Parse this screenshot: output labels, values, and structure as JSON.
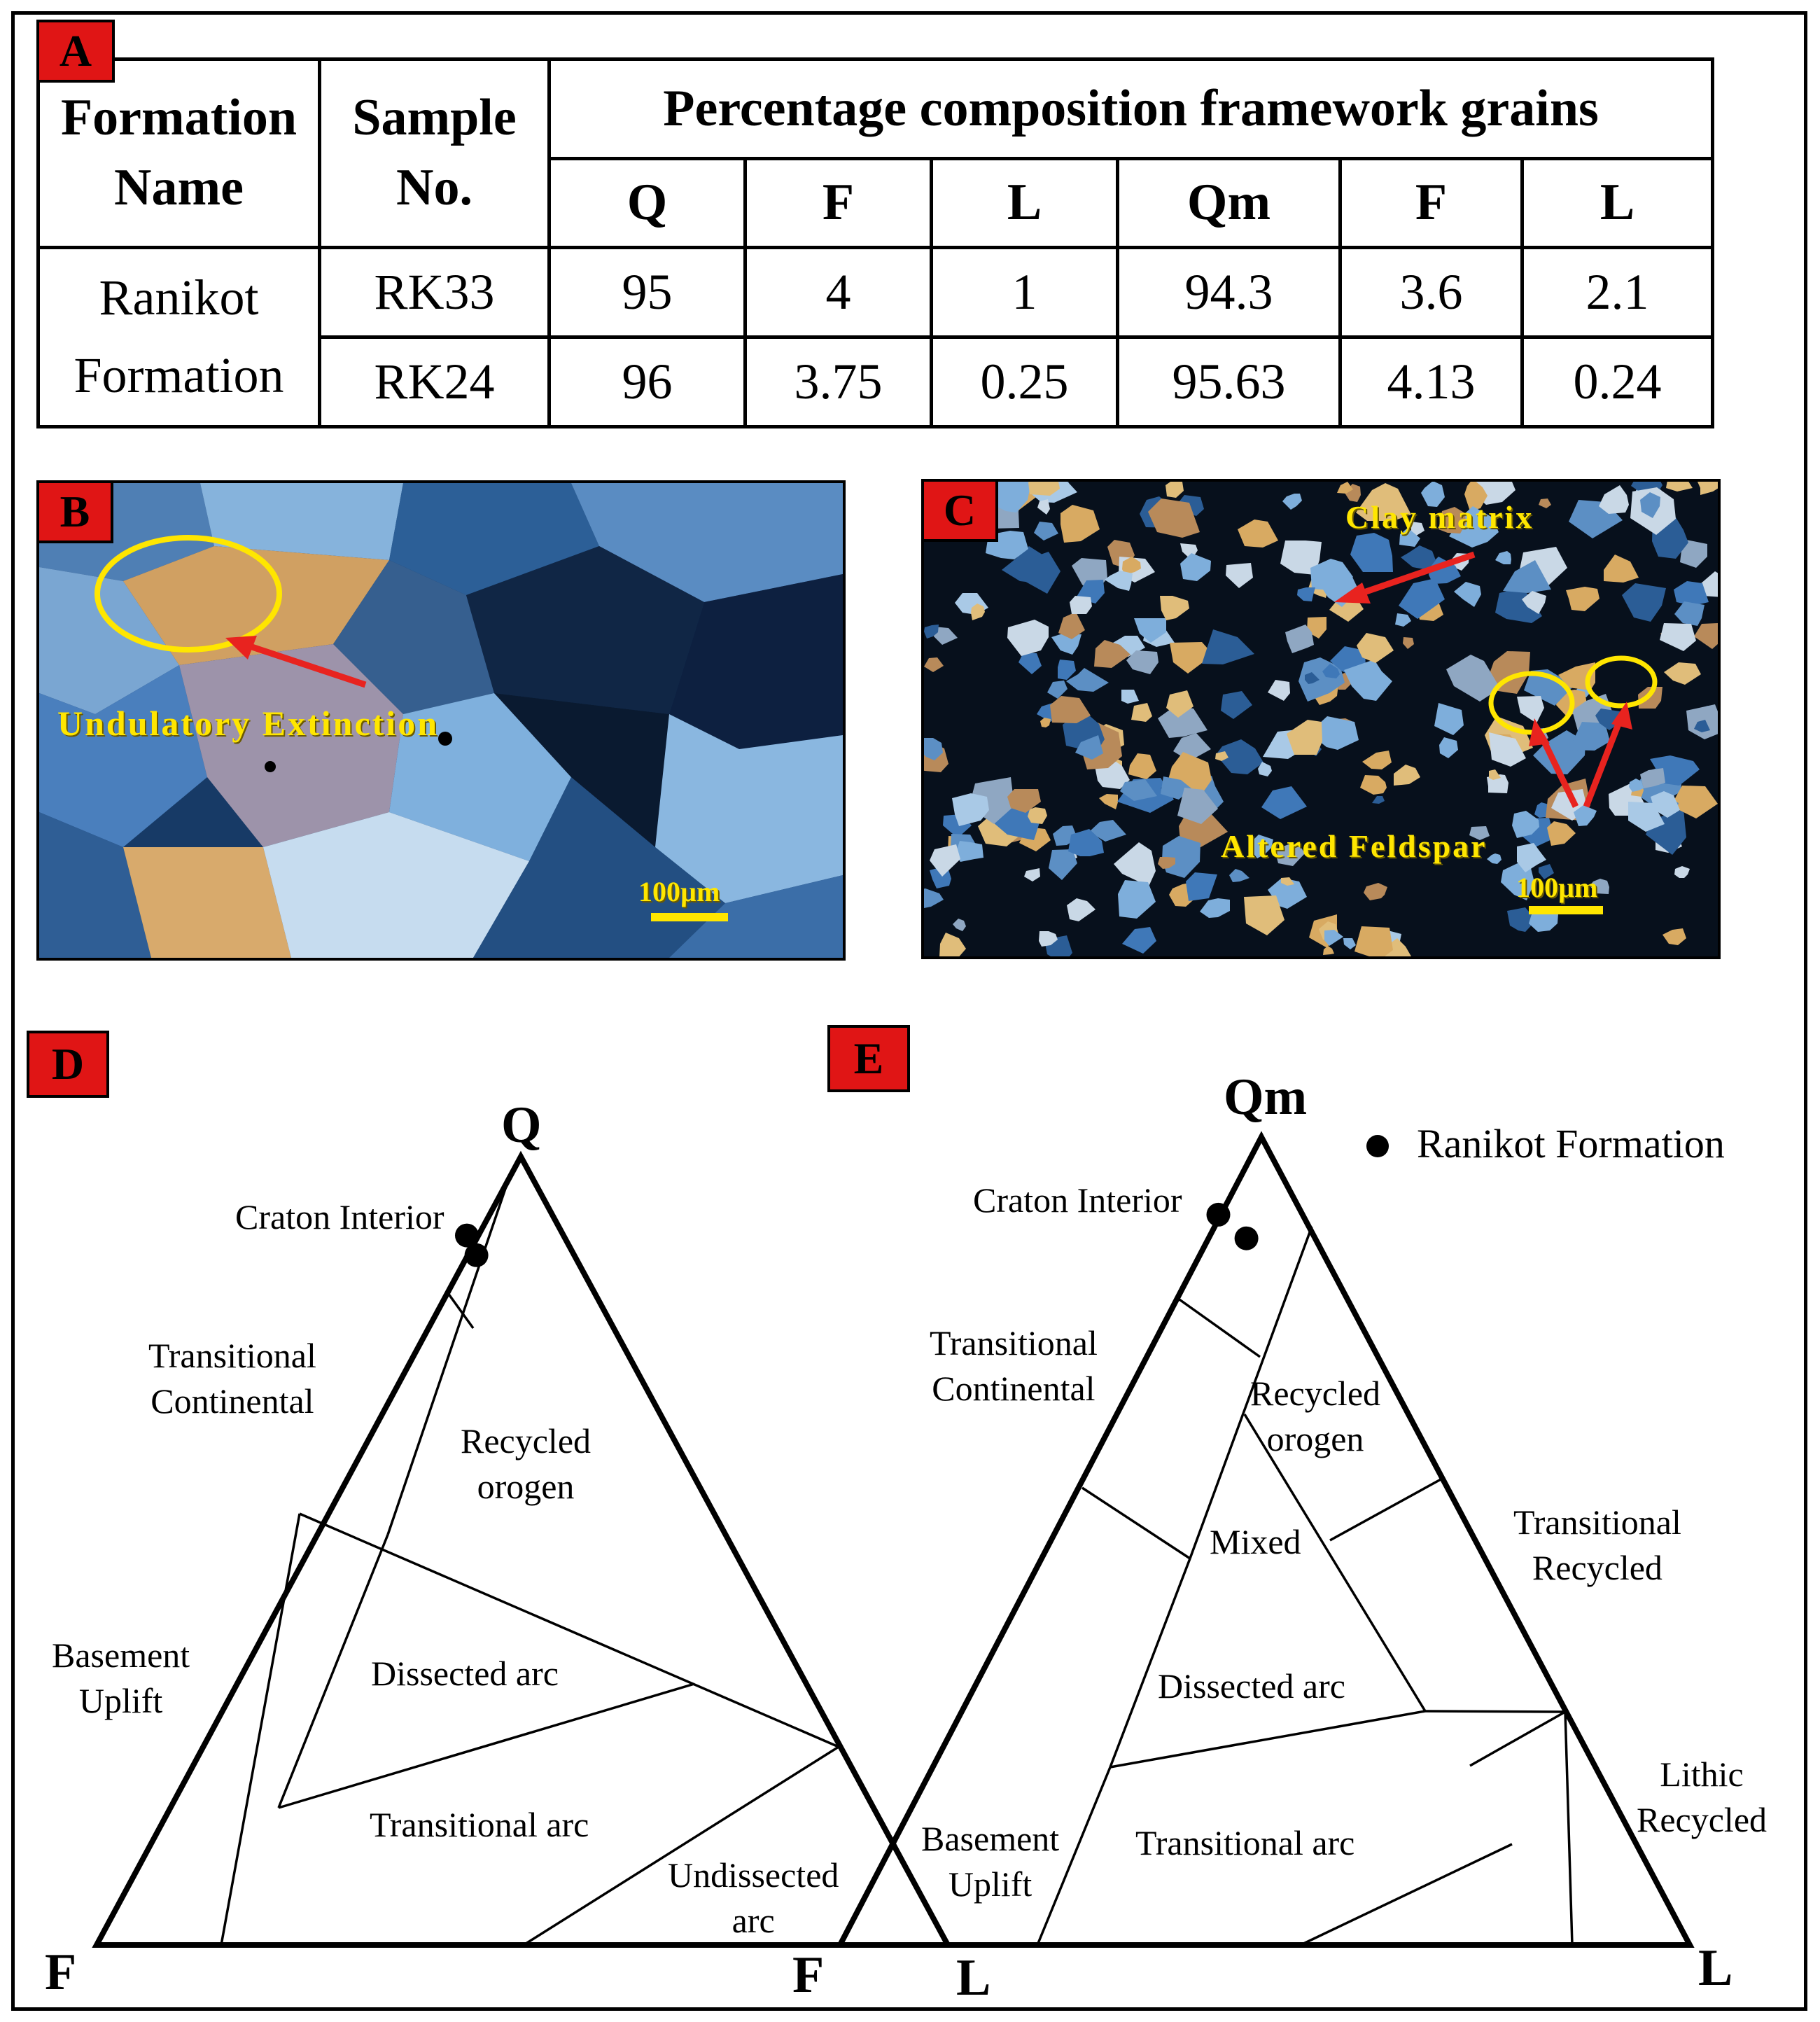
{
  "panels": {
    "a": "A",
    "b": "B",
    "c": "C",
    "d": "D",
    "e": "E"
  },
  "table": {
    "header": {
      "formation": [
        "Formation",
        "Name"
      ],
      "sample": [
        "Sample",
        "No."
      ],
      "group": "Percentage composition framework grains",
      "columns": [
        "Q",
        "F",
        "L",
        "Qm",
        "F",
        "L"
      ]
    },
    "formation_name": [
      "Ranikot",
      "Formation"
    ],
    "rows": [
      {
        "sample": "RK33",
        "values": [
          "95",
          "4",
          "1",
          "94.3",
          "3.6",
          "2.1"
        ]
      },
      {
        "sample": "RK24",
        "values": [
          "96",
          "3.75",
          "0.25",
          "95.63",
          "4.13",
          "0.24"
        ]
      }
    ]
  },
  "photo_b": {
    "annotation": "Undulatory Extinction",
    "scale": "100µm",
    "colors": {
      "highlight": "#ffe600",
      "arrow": "#e8231f"
    }
  },
  "photo_c": {
    "annotation_top": "Clay matrix",
    "annotation_bottom": "Altered Feldspar",
    "scale": "100µm"
  },
  "diagram_d": {
    "apices": {
      "top": "Q",
      "left": "F",
      "right": "L"
    },
    "fields": {
      "craton": "Craton Interior",
      "transitional_continental": [
        "Transitional",
        "Continental"
      ],
      "recycled_orogen": [
        "Recycled",
        "orogen"
      ],
      "basement_uplift": [
        "Basement",
        "Uplift"
      ],
      "dissected_arc": "Dissected arc",
      "transitional_arc": "Transitional arc",
      "undissected_arc": [
        "Undissected",
        "arc"
      ]
    },
    "samples": [
      {
        "Q": 95,
        "F": 4,
        "L": 1
      },
      {
        "Q": 96,
        "F": 3.75,
        "L": 0.25
      }
    ]
  },
  "diagram_e": {
    "apices": {
      "top": "Qm",
      "left": "F",
      "right": "L"
    },
    "fields": {
      "craton": "Craton Interior",
      "transitional_continental": [
        "Transitional",
        "Continental"
      ],
      "recycled_orogen": [
        "Recycled",
        "orogen"
      ],
      "mixed": "Mixed",
      "transitional_recycled": [
        "Transitional",
        "Recycled"
      ],
      "dissected_arc": "Dissected arc",
      "lithic_recycled": [
        "Lithic",
        "Recycled"
      ],
      "basement_uplift": [
        "Basement",
        "Uplift"
      ],
      "transitional_arc": "Transitional arc"
    },
    "samples": [
      {
        "Qm": 94.3,
        "F": 3.6,
        "L": 2.1
      },
      {
        "Qm": 95.63,
        "F": 4.13,
        "L": 0.24
      }
    ]
  },
  "legend": {
    "label": "Ranikot Formation"
  }
}
